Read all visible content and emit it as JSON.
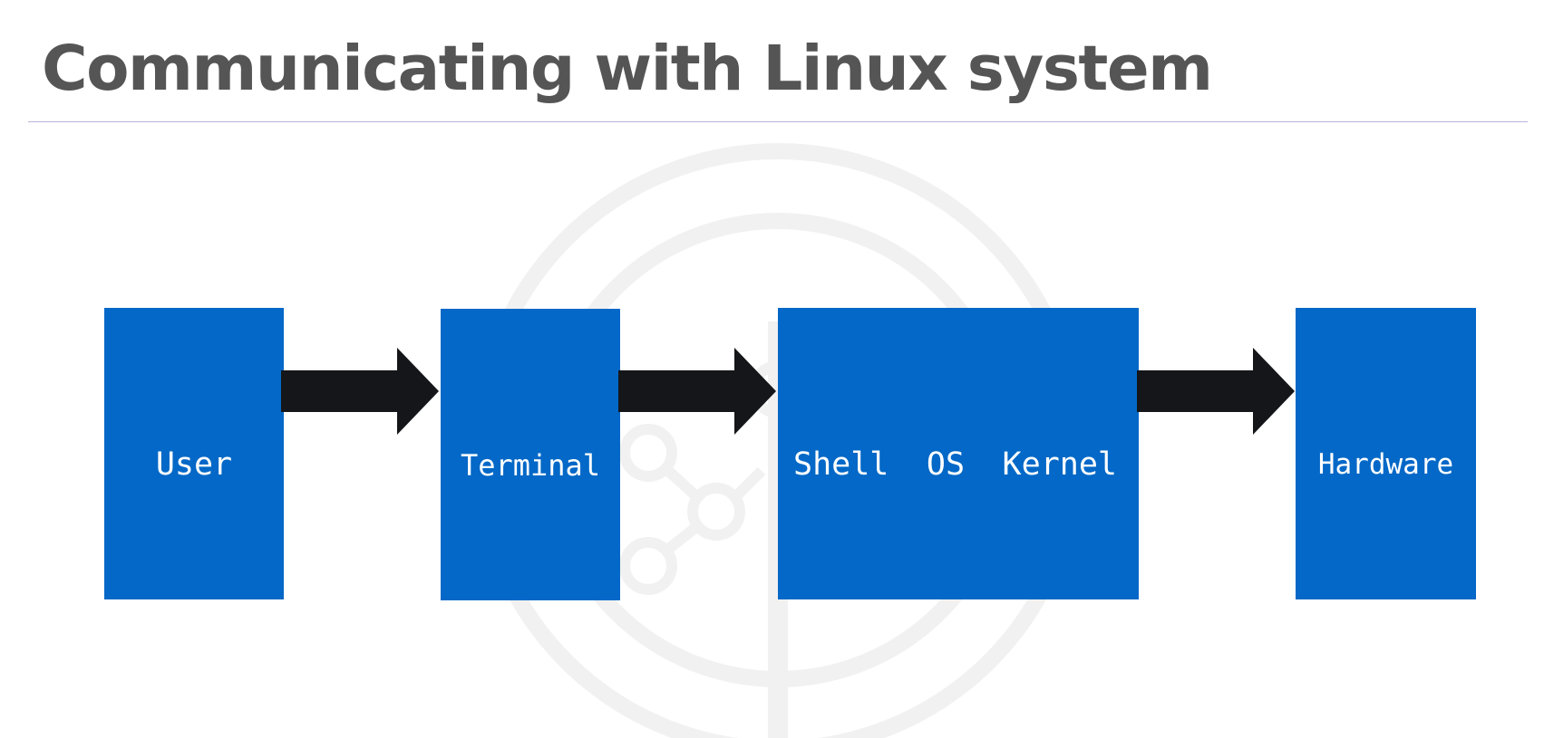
{
  "slide": {
    "title": "Communicating with Linux system"
  },
  "diagram": {
    "user": "User",
    "terminal": "Terminal",
    "shell": "Shell",
    "os": "OS",
    "kernel": "Kernel",
    "hardware": "Hardware"
  },
  "colors": {
    "box": "#0368c7",
    "arrow": "#151619",
    "title": "#555555",
    "rule": "#b9b3de"
  }
}
